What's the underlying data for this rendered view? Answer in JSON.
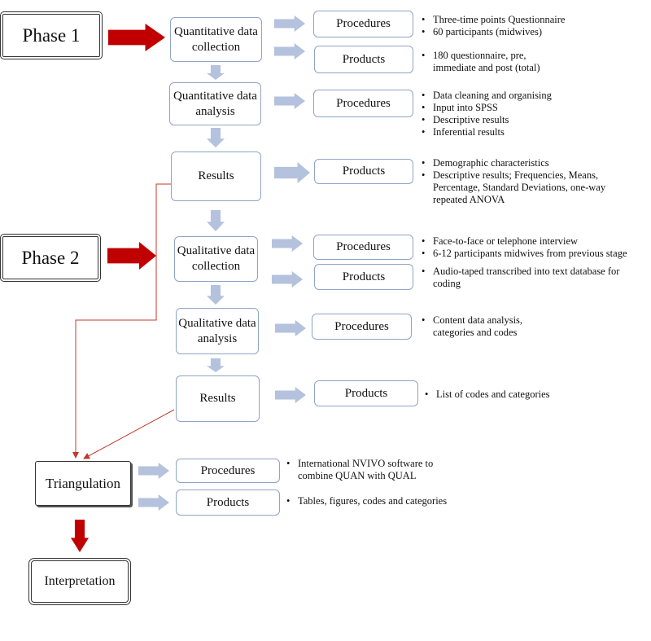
{
  "phase1": "Phase 1",
  "phase2": "Phase 2",
  "nodes": {
    "quan_collection": "Quantitative data collection",
    "quan_analysis": "Quantitative data analysis",
    "results1": "Results",
    "qual_collection": "Qualitative data collection",
    "qual_analysis": "Qualitative data analysis",
    "results2": "Results",
    "triangulation": "Triangulation",
    "interpretation": "Interpretation"
  },
  "labels": {
    "procedures": "Procedures",
    "products": "Products"
  },
  "bullets": {
    "quan_collection_procedures": [
      "Three-time points Questionnaire",
      "60 participants (midwives)"
    ],
    "quan_collection_products": [
      "180 questionnaire, pre, immediate and post (total)"
    ],
    "quan_analysis_procedures": [
      "Data cleaning and organising",
      "Input into SPSS",
      "Descriptive results",
      "Inferential results"
    ],
    "results1_products": [
      "Demographic characteristics",
      "Descriptive results; Frequencies, Means, Percentage, Standard Deviations, one-way repeated ANOVA"
    ],
    "qual_collection_procedures": [
      "Face-to-face or telephone interview",
      "6-12 participants midwives from previous stage"
    ],
    "qual_collection_products": [
      "Audio-taped transcribed into text database for coding"
    ],
    "qual_analysis_procedures": [
      "Content data analysis, categories and codes"
    ],
    "results2_products": [
      "List of codes and categories"
    ],
    "triangulation_procedures": [
      "International NVIVO software to combine QUAN with QUAL"
    ],
    "triangulation_products": [
      "Tables, figures, codes and categories"
    ]
  },
  "colors": {
    "red_arrow": "#c00000",
    "blue_arrow": "#b4c2dd",
    "box_border": "#8fa4c6",
    "connector": "#c0392b"
  }
}
